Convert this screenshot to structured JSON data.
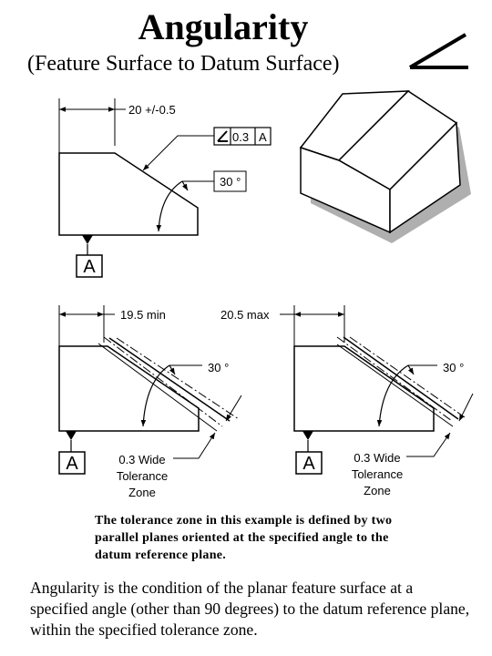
{
  "header": {
    "title": "Angularity",
    "subtitle": "(Feature Surface to Datum Surface)",
    "symbol_icon": "angularity-symbol-icon"
  },
  "top_drawing": {
    "dimension_label": "20 +/-0.5",
    "feature_control_frame": {
      "symbol_icon": "angularity-symbol-icon",
      "tolerance": "0.3",
      "datum": "A"
    },
    "angle_label": "30 °",
    "datum_label": "A"
  },
  "isometric_view": {
    "icon": "isometric-block-icon"
  },
  "min_drawing": {
    "dimension_label": "19.5 min",
    "angle_label": "30 °",
    "datum_label": "A",
    "zone_label": [
      "0.3 Wide",
      "Tolerance",
      "Zone"
    ]
  },
  "max_drawing": {
    "dimension_label": "20.5 max",
    "angle_label": "30 °",
    "datum_label": "A",
    "zone_label": [
      "0.3 Wide",
      "Tolerance",
      "Zone"
    ]
  },
  "caption": [
    "The tolerance zone in this example is defined by two",
    "parallel  planes oriented at the specified angle to the",
    "datum  reference plane."
  ],
  "definition": [
    "Angularity is the condition of the planar feature surface at a",
    "specified angle (other than 90 degrees) to the datum reference plane,",
    "within the specified tolerance zone."
  ]
}
